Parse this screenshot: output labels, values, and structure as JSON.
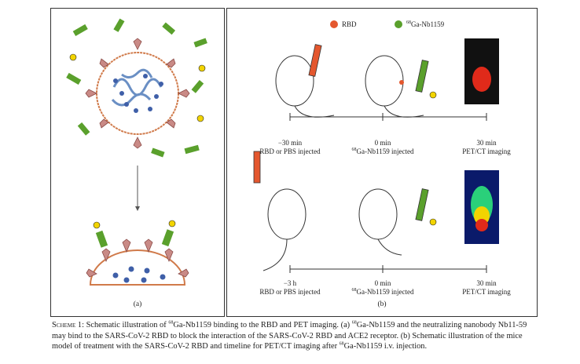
{
  "panel_a": {
    "label": "(a)"
  },
  "panel_b": {
    "label": "(b)",
    "legend": {
      "rbd": "RBD",
      "ga_sup": "68",
      "ga_rest": "Ga-Nb1159"
    },
    "top_timeline": [
      {
        "time": "−30 min",
        "desc": "RBD or PBS injected"
      },
      {
        "time": "0 min",
        "desc_sup": "68",
        "desc": "Ga-Nb1159 injected"
      },
      {
        "time": "30 min",
        "desc": "PET/CT imaging"
      }
    ],
    "bottom_timeline": [
      {
        "time": "−3 h",
        "desc": "RBD or PBS injected"
      },
      {
        "time": "0 min",
        "desc_sup": "68",
        "desc": "Ga-Nb1159 injected"
      },
      {
        "time": "30 min",
        "desc": "PET/CT imaging"
      }
    ]
  },
  "caption": {
    "scheme": "Scheme 1:",
    "p1": " Schematic illustration of ",
    "sup1": "68",
    "p2": "Ga-Nb1159 binding to the RBD and PET imaging. (a) ",
    "sup2": "68",
    "p3": "Ga-Nb1159 and the neutralizing nanobody Nb11-59 may bind to the SARS-CoV-2 RBD to block the interaction of the SARS-CoV-2 RBD and ACE2 receptor. (b) Schematic illustration of the mice model of treatment with the SARS-CoV-2 RBD and timeline for PET/CT imaging after ",
    "sup3": "68",
    "p4": "Ga-Nb1159 i.v. injection."
  },
  "colors": {
    "rbd": "#e4572e",
    "nanobody": "#5aa02c",
    "spike": "#c98a86",
    "membrane": "#d07a4a"
  }
}
